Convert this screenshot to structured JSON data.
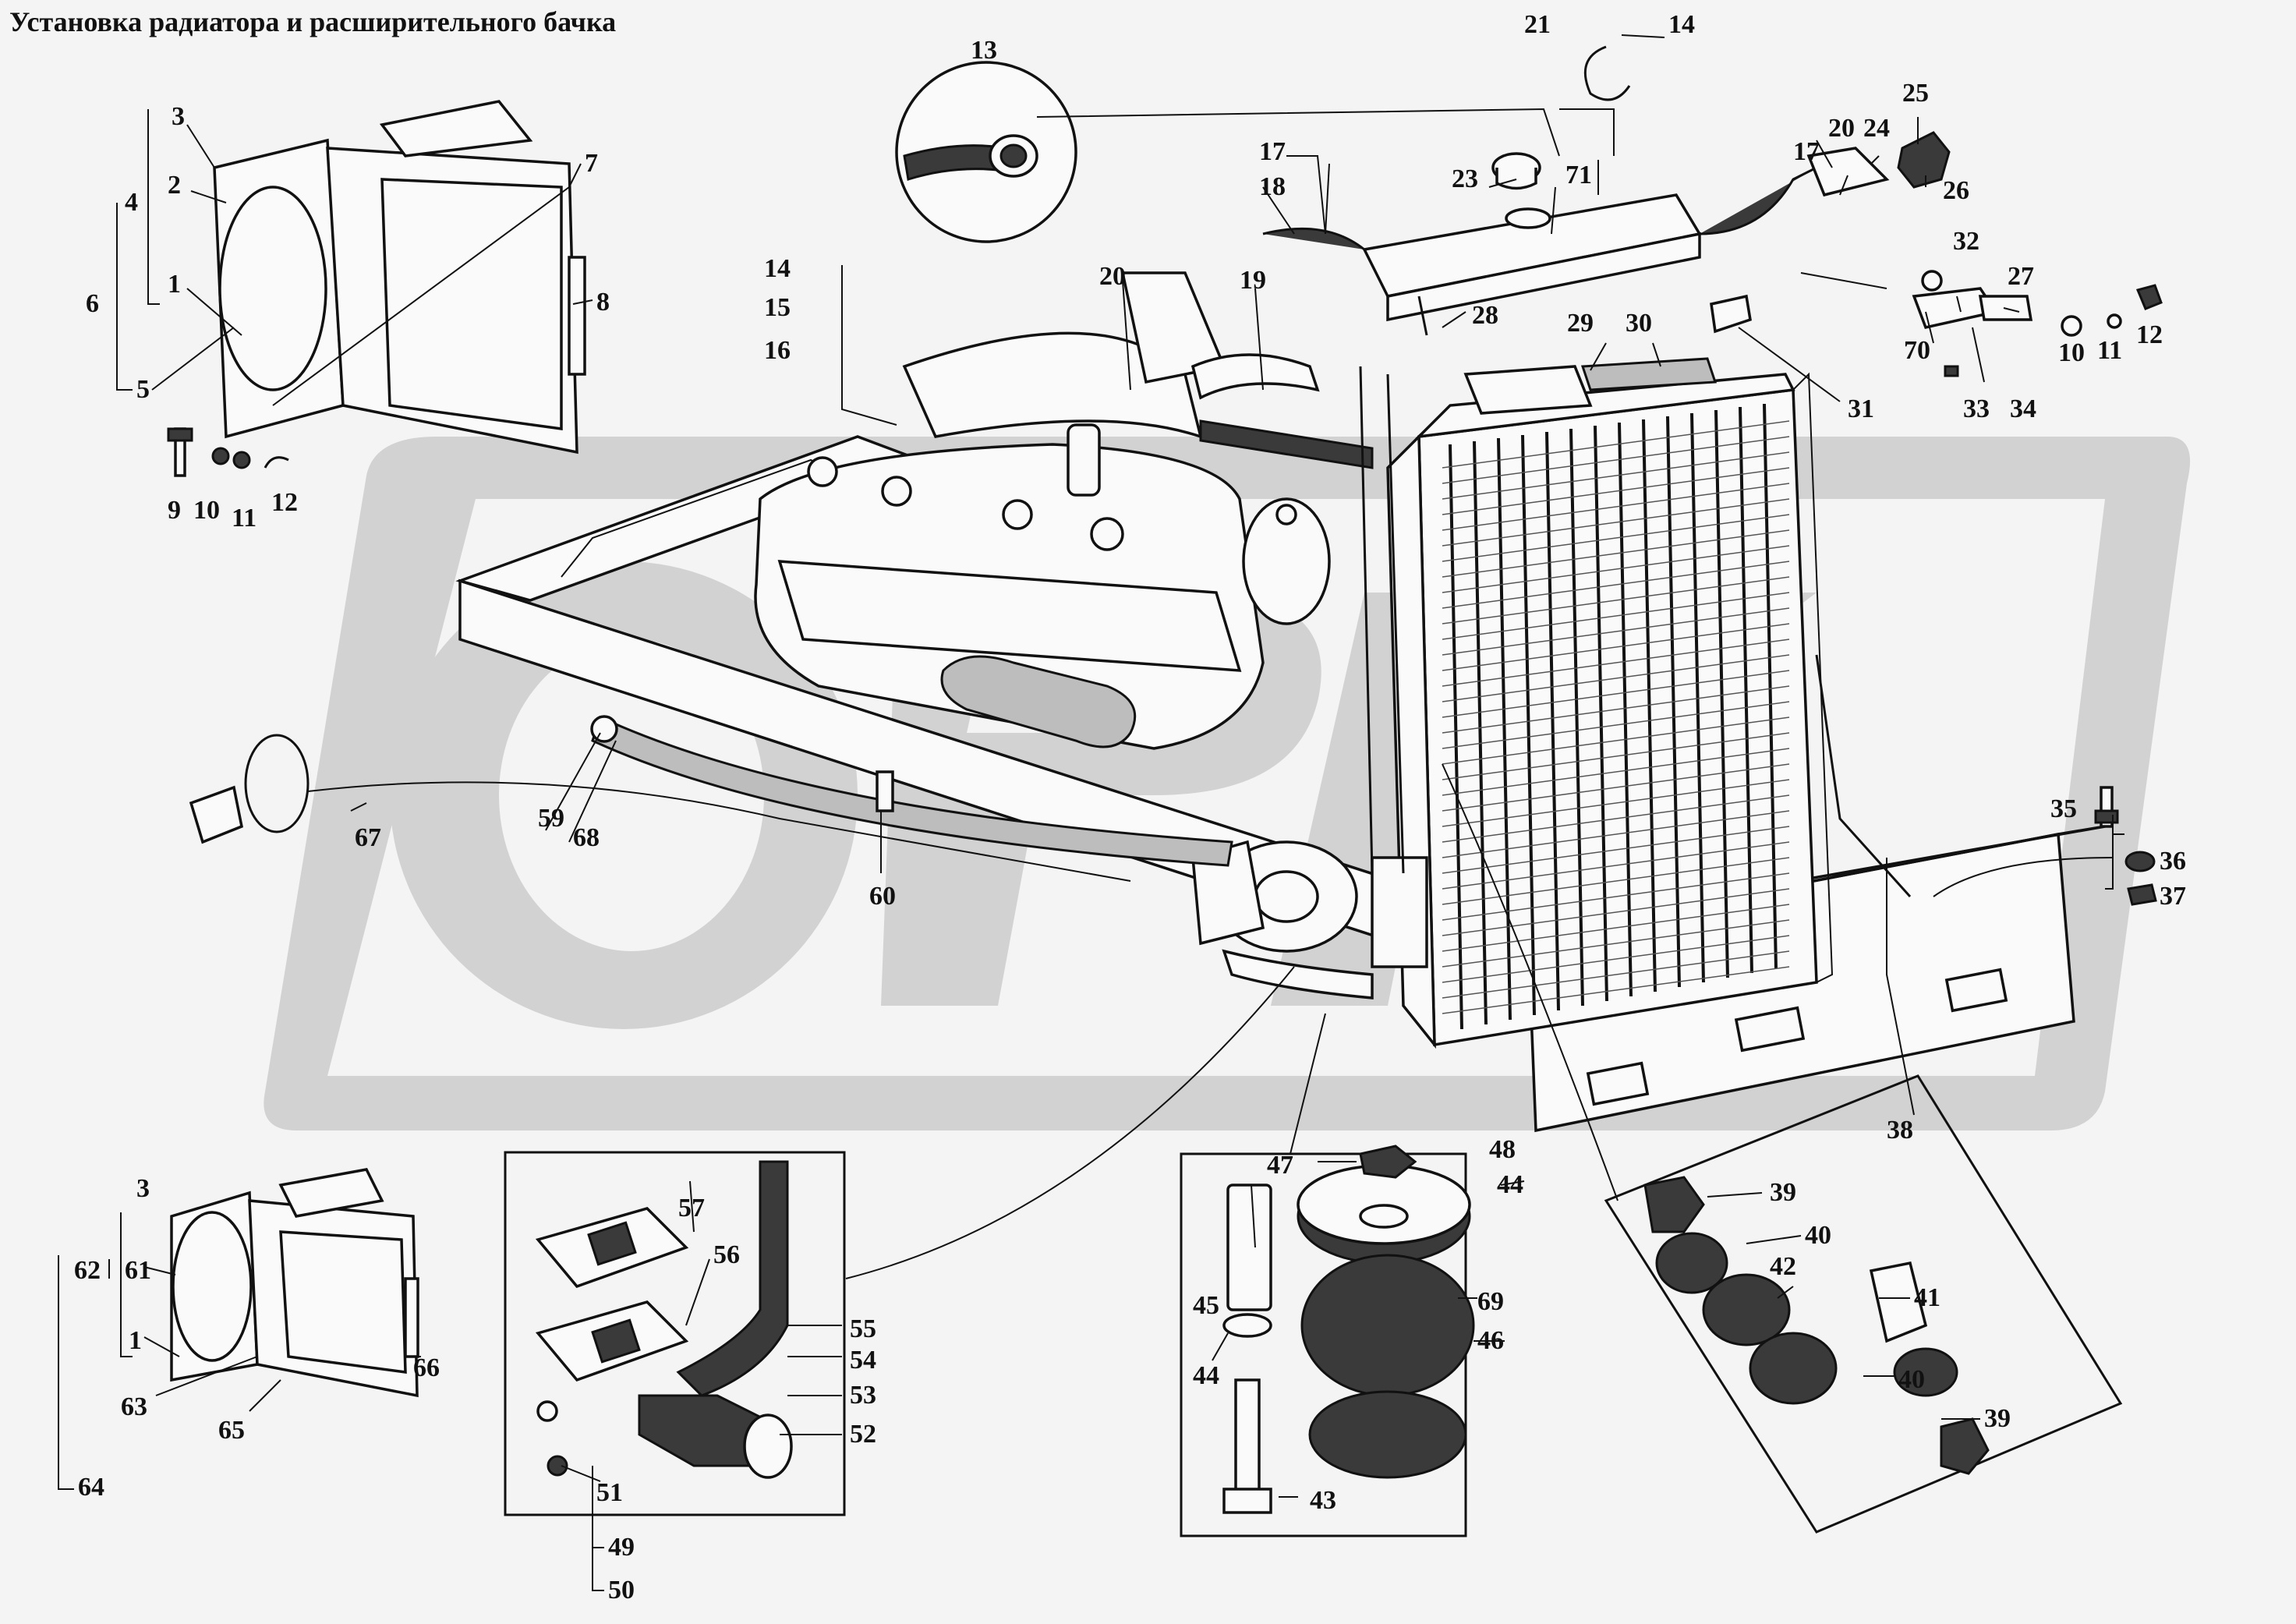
{
  "title": "Установка радиатора и расширительного бачка",
  "labels": {
    "n1": "1",
    "n2": "2",
    "n3": "3",
    "n4": "4",
    "n5": "5",
    "n6": "6",
    "n7": "7",
    "n8": "8",
    "n9": "9",
    "n10": "10",
    "n11": "11",
    "n12": "12",
    "n13": "13",
    "n14": "14",
    "n15": "15",
    "n16": "16",
    "n17": "17",
    "n18": "18",
    "n19": "19",
    "n20": "20",
    "n21": "21",
    "n23": "23",
    "n24": "24",
    "n25": "25",
    "n26": "26",
    "n27": "27",
    "n28": "28",
    "n29": "29",
    "n30": "30",
    "n31": "31",
    "n32": "32",
    "n33": "33",
    "n34": "34",
    "n35": "35",
    "n36": "36",
    "n37": "37",
    "n38": "38",
    "n39": "39",
    "n40": "40",
    "n41": "41",
    "n42": "42",
    "n43": "43",
    "n44": "44",
    "n45": "45",
    "n46": "46",
    "n47": "47",
    "n48": "48",
    "n49": "49",
    "n50": "50",
    "n51": "51",
    "n52": "52",
    "n53": "53",
    "n54": "54",
    "n55": "55",
    "n56": "56",
    "n57": "57",
    "n59": "59",
    "n60": "60",
    "n61": "61",
    "n62": "62",
    "n63": "63",
    "n64": "64",
    "n65": "65",
    "n66": "66",
    "n67": "67",
    "n68": "68",
    "n69": "69",
    "n70": "70",
    "n71": "71"
  },
  "colors": {
    "ink": "#111111",
    "watermark": "#d2d2d2",
    "paper": "#f4f4f4"
  }
}
